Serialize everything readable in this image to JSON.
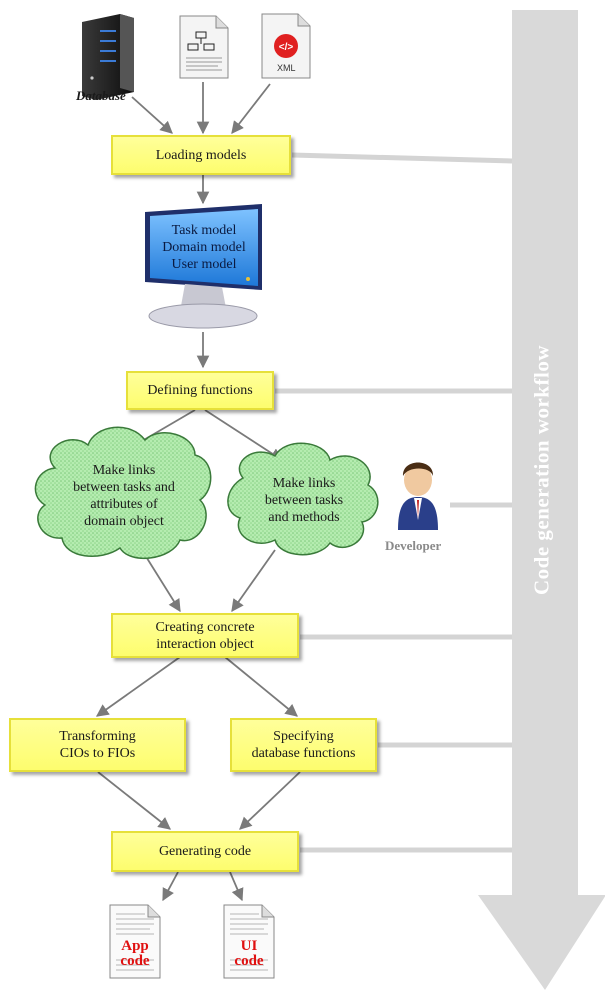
{
  "workflow_label": "Code generation workflow",
  "inputs": {
    "database_label": "Database",
    "xml_label": "XML"
  },
  "steps": {
    "loading": "Loading models",
    "defining": "Defining functions",
    "creating": "Creating concrete\ninteraction object",
    "transforming": "Transforming\nCIOs to FIOs",
    "specifying": "Specifying\ndatabase functions",
    "generating": "Generating code"
  },
  "monitor_lines": [
    "Task model",
    "Domain model",
    "User model"
  ],
  "clouds": {
    "left": "Make links\nbetween tasks and\nattributes of\ndomain object",
    "right": "Make links\nbetween tasks\nand methods"
  },
  "developer_label": "Developer",
  "outputs": {
    "app": "App\ncode",
    "ui": "UI\ncode"
  },
  "colors": {
    "box_fill": "#fdfd6e",
    "box_border": "#e6e03a",
    "cloud_fill": "#a6e8a6",
    "workflow_arrow": "#d9d9d9",
    "connector": "#7a7a7a",
    "code_label": "#e01010"
  }
}
